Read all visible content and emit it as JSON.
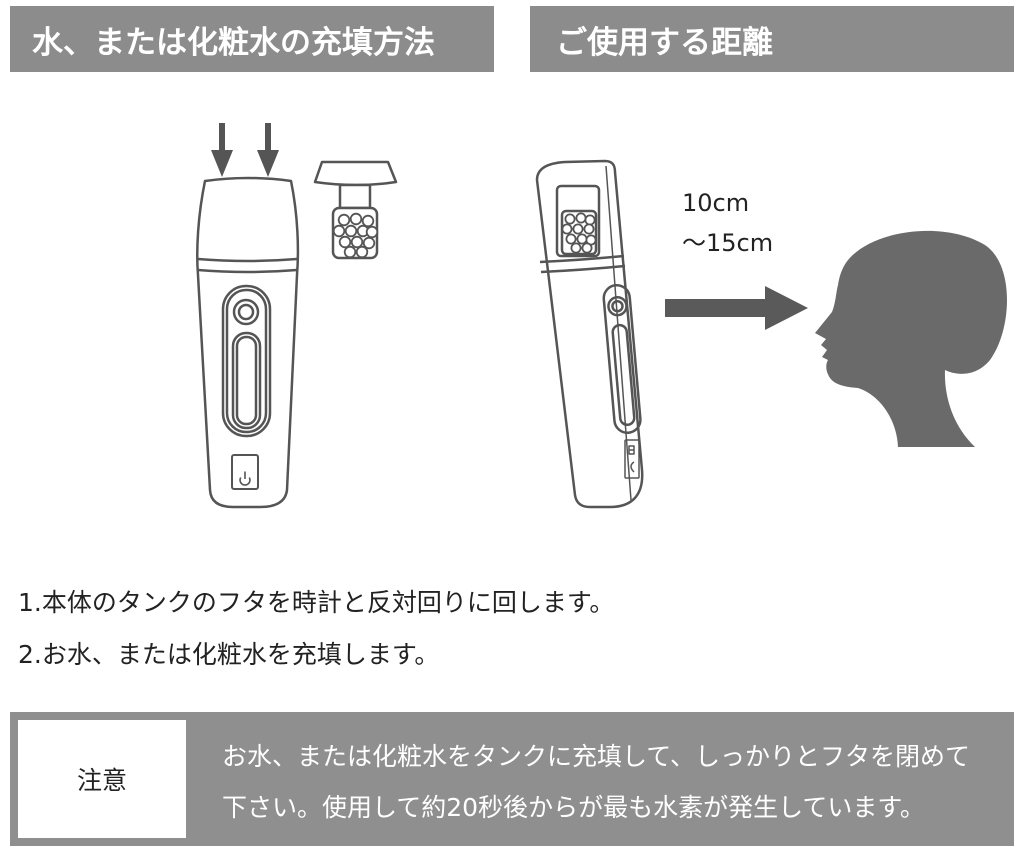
{
  "headers": {
    "filling_method": "水、または化粧水の充填方法",
    "usage_distance": "ご使用する距離"
  },
  "distance": {
    "min": "10cm",
    "max": "～15cm"
  },
  "steps": [
    "1.本体のタンクのフタを時計と反対回りに回します。",
    "2.お水、または化粧水を充填します。"
  ],
  "notice": {
    "label": "注意",
    "lines": [
      "お水、または化粧水をタンクに充填して、しっかりとフタを閉めて",
      "下さい。使用して約20秒後からが最も水素が発生しています。"
    ]
  },
  "colors": {
    "header_bg": "#8c8c8c",
    "notice_bg": "#8f8f8f",
    "illustration_line": "#555555",
    "silhouette": "#6a6a6a"
  },
  "icons": [
    "down-arrow-icon",
    "right-arrow-icon",
    "power-icon",
    "face-silhouette"
  ]
}
